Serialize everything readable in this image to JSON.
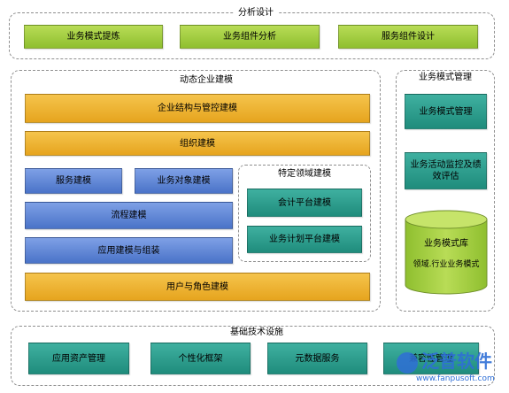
{
  "analysis": {
    "title": "分析设计",
    "items": [
      "业务模式提炼",
      "业务组件分析",
      "服务组件设计"
    ]
  },
  "dynamic": {
    "title": "动态企业建模",
    "org_structure": "企业结构与管控建模",
    "org_model": "组织建模",
    "service_model": "服务建模",
    "object_model": "业务对象建模",
    "process_model": "流程建模",
    "app_model": "应用建模与组装",
    "user_role": "用户与角色建模"
  },
  "domain": {
    "title": "特定领域建模",
    "accounting": "会计平台建模",
    "planning": "业务计划平台建模"
  },
  "mgmt": {
    "title": "业务模式管理",
    "manage": "业务模式管理",
    "monitor": "业务活动监控及绩效评估",
    "library_title": "业务模式库",
    "library_sub": "领域.行业业务模式"
  },
  "infra": {
    "title": "基础技术设施",
    "items": [
      "应用资产管理",
      "个性化框架",
      "元数据服务",
      "兼容性管理"
    ]
  },
  "watermark": {
    "brand": "泛普软件",
    "url": "www.fanpusoft.com"
  }
}
